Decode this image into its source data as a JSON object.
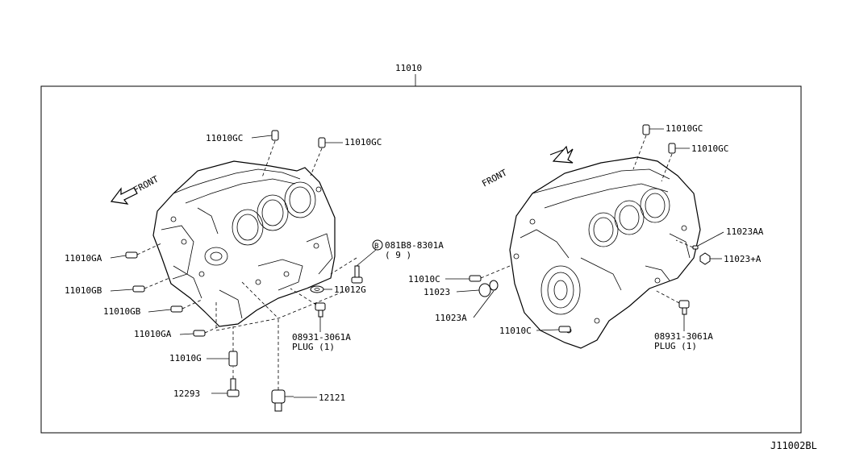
{
  "assembly": {
    "part_number": "11010"
  },
  "labels": {
    "left_gc_1": "11010GC",
    "left_gc_2": "11010GC",
    "left_front": "FRONT",
    "left_ga_1": "11010GA",
    "left_gb_1": "11010GB",
    "left_gb_2": "11010GB",
    "left_ga_2": "11010GA",
    "left_g": "11010G",
    "bolt_12293": "12293",
    "sensor_12121": "12121",
    "bolt_081b8": "081B8-8301A",
    "bolt_081b8_qty": "( 9 )",
    "bolt_081b8_marker": "B",
    "washer_11012g": "11012G",
    "left_plug_pn": "08931-3061A",
    "left_plug_name": "PLUG (1)",
    "right_gc_1": "11010GC",
    "right_gc_2": "11010GC",
    "right_front": "FRONT",
    "right_c_1": "11010C",
    "right_11023": "11023",
    "right_11023a": "11023A",
    "right_c_2": "11010C",
    "right_11023aa": "11023AA",
    "right_11023_plus_a": "11023+A",
    "right_plug_pn": "08931-3061A",
    "right_plug_name": "PLUG (1)"
  },
  "diagram_code": "J11002BL"
}
